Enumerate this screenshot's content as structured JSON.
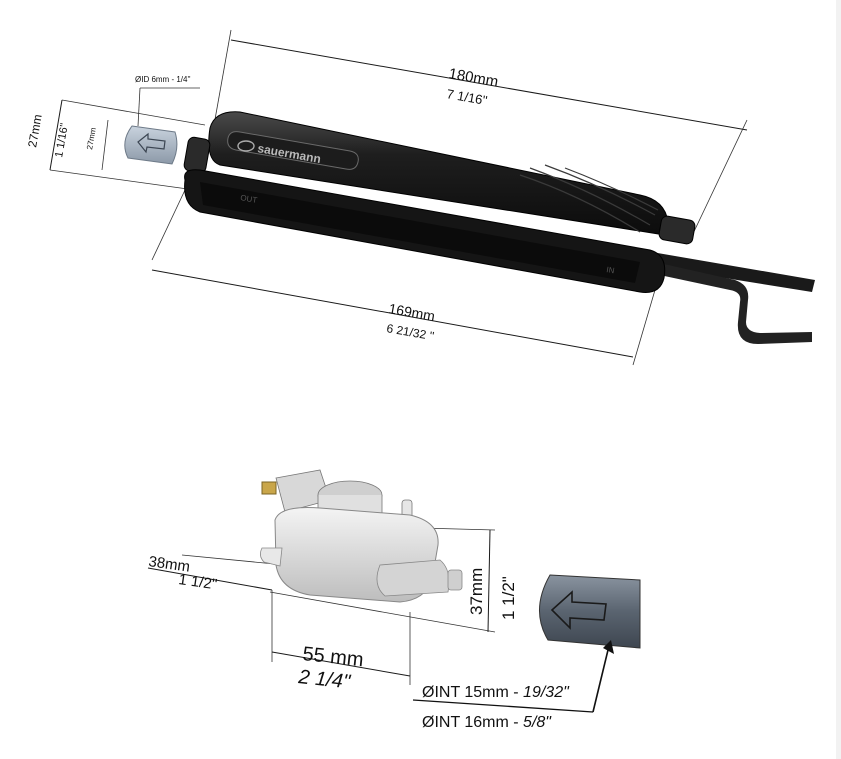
{
  "pump_top": {
    "brand": "sauermann",
    "out_label": "OUT",
    "in_label": "IN",
    "length_overall_mm": "180mm",
    "length_overall_in": "7 1/16''",
    "length_body_mm": "169mm",
    "length_body_in": "6 21/32 ''",
    "height_mm": "27mm",
    "height_in": "1 1/16''",
    "inlet_height_mm": "27mm",
    "inlet_id": "ØID 6mm - 1/4''"
  },
  "reservoir": {
    "width_mm": "38mm",
    "width_in": "1 1/2\"",
    "height_mm": "37mm",
    "height_in": "1 1/2\"",
    "length_mm": "55 mm",
    "length_in": "2 1/4\"",
    "hose_int_1": "ØINT 15mm - ",
    "hose_int_1_in": "19/32\"",
    "hose_int_2": "ØINT 16mm - ",
    "hose_int_2_in": "5/8\""
  },
  "colors": {
    "body": "#1c1c1c",
    "hose": "#5a6470",
    "reservoir": "#dcdcdc"
  }
}
